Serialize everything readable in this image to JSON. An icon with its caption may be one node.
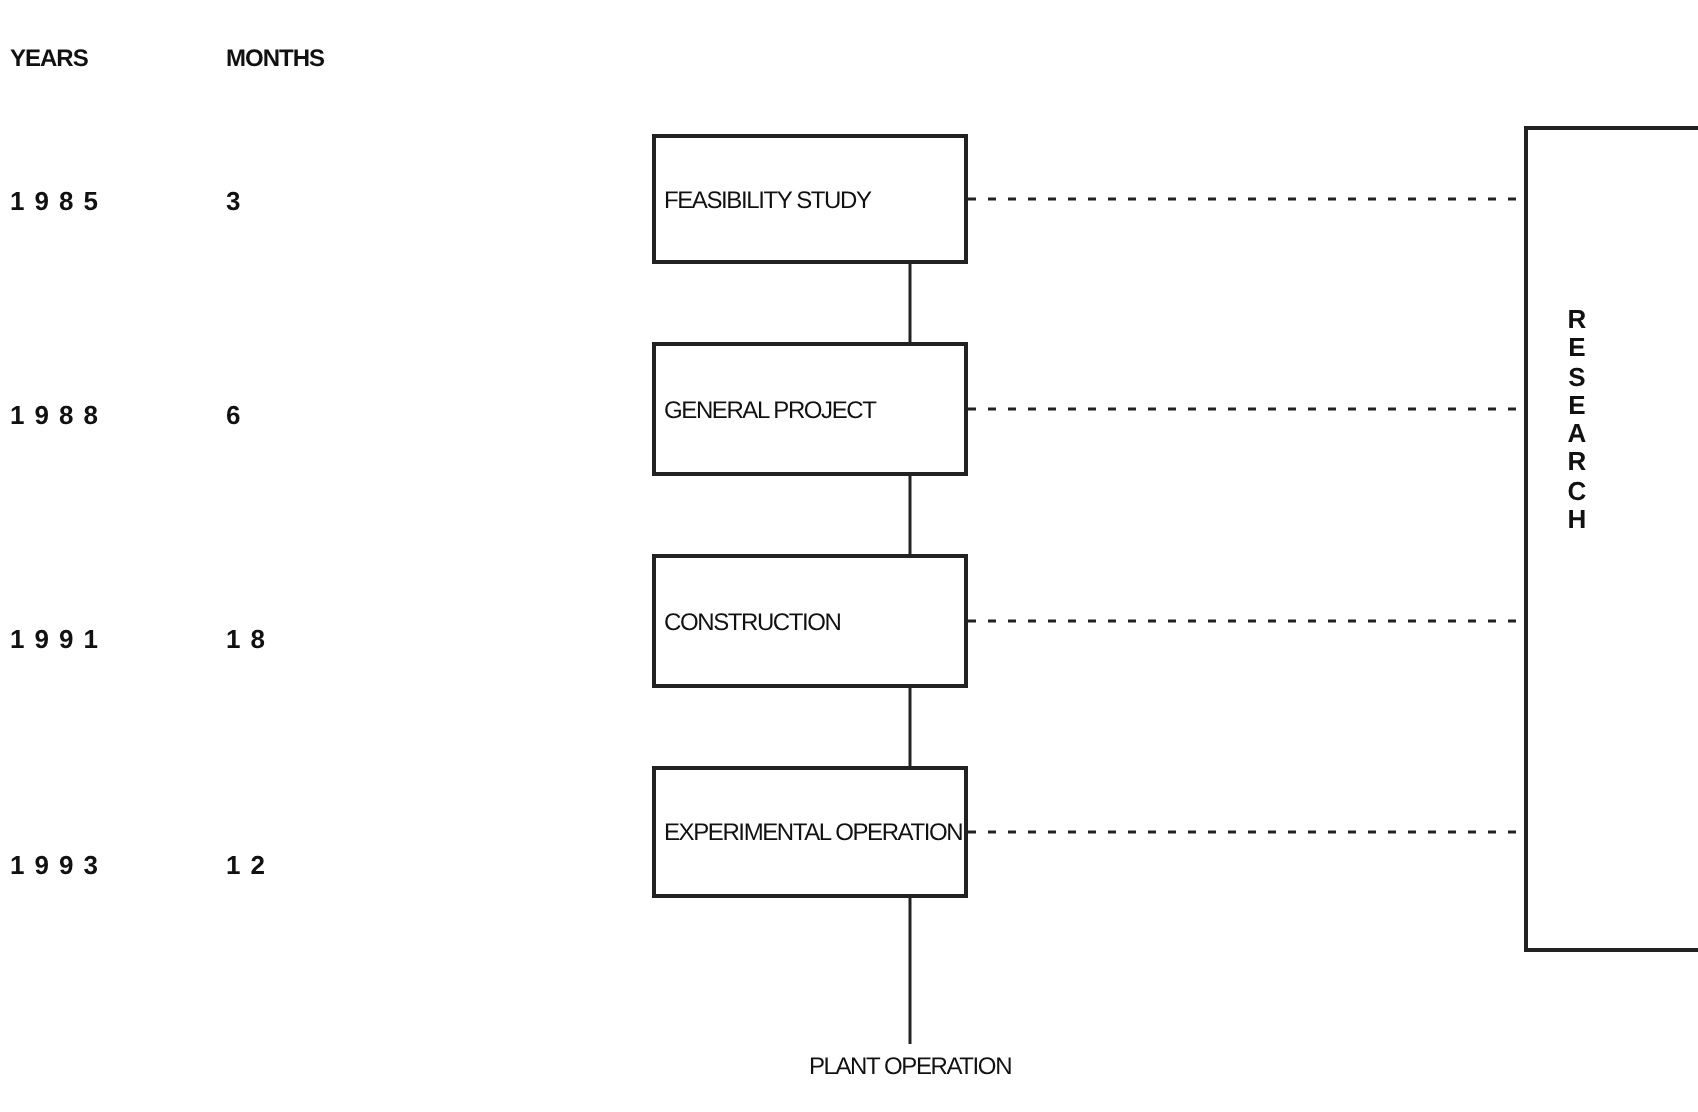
{
  "diagram": {
    "nodes": [
      {
        "text": [
          "FEASIBILITY STUDY"
        ]
      },
      {
        "text": [
          "GENERAL PROJECT"
        ]
      },
      {
        "text": [
          "CONSTRUCTION"
        ]
      },
      {
        "text": [
          "EXPERIMENTAL OPERATION"
        ]
      },
      {
        "text": [
          "RESEARCH"
        ]
      },
      {
        "text": [
          "PLANT OPERATION"
        ]
      }
    ],
    "edges": [
      {
        "from": 0,
        "to": 1,
        "arrow": "none"
      },
      {
        "from": 1,
        "to": 2,
        "arrow": "none"
      },
      {
        "from": 2,
        "to": 3,
        "arrow": "none"
      },
      {
        "from": 3,
        "to": 5,
        "arrow": "none"
      },
      {
        "from": 0,
        "to": 4,
        "arrow": "none",
        "style": "dashed"
      },
      {
        "from": 1,
        "to": 4,
        "arrow": "none",
        "style": "dashed"
      },
      {
        "from": 2,
        "to": 4,
        "arrow": "none",
        "style": "dashed"
      },
      {
        "from": 3,
        "to": 4,
        "arrow": "none",
        "style": "dashed"
      }
    ],
    "labels": [
      "YEARS",
      "MONTHS",
      "1985",
      "3",
      "1988",
      "6",
      "1991",
      "18",
      "1993",
      "12"
    ]
  }
}
